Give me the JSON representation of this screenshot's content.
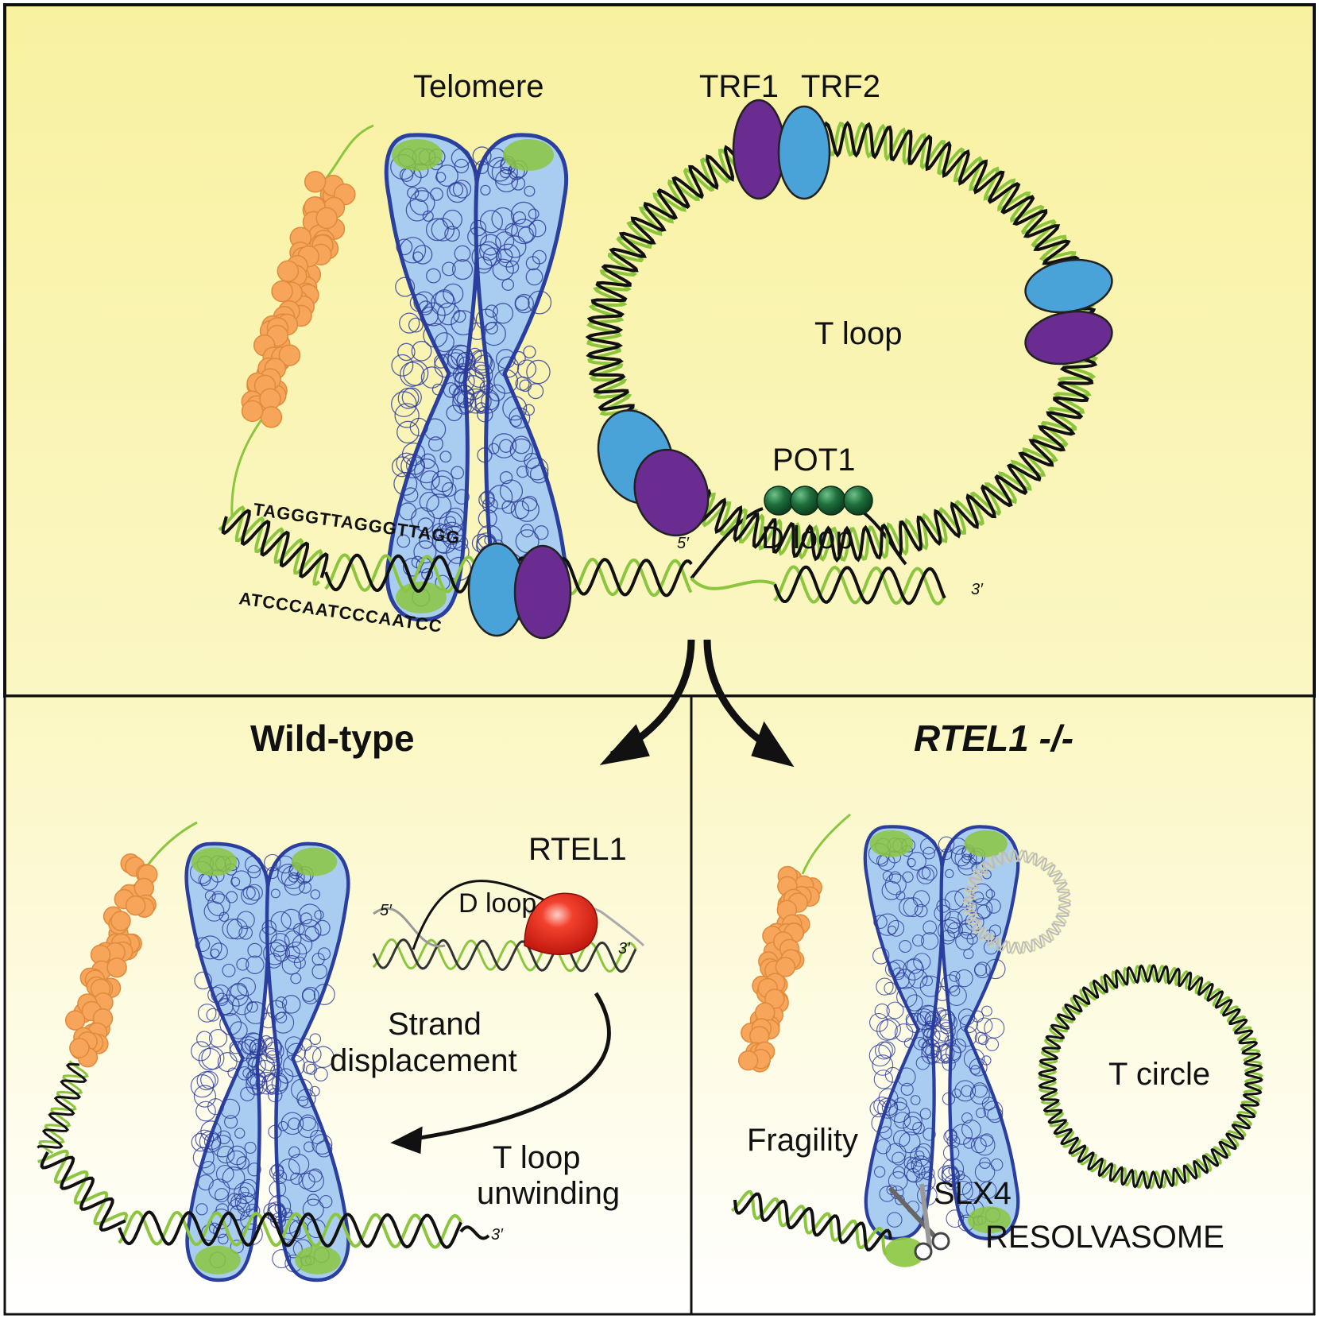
{
  "top_panel": {
    "telomere_label": "Telomere",
    "trf1_label": "TRF1",
    "trf2_label": "TRF2",
    "tloop_label": "T loop",
    "pot1_label": "POT1",
    "dloop_label": "D loop",
    "five_prime": "5′",
    "three_prime": "3′",
    "seq_top": "TAGGGTTAGGGTTAGG",
    "seq_bottom": "ATCCCAATCCCAATCC"
  },
  "wildtype_panel": {
    "title": "Wild-type",
    "rtel1_label": "RTEL1",
    "dloop_label": "D loop",
    "five_prime": "5′",
    "three_prime": "3′",
    "strand_line1": "Strand",
    "strand_line2": "displacement",
    "unwind_line1": "T loop",
    "unwind_line2": "unwinding",
    "end_three_prime": "3′"
  },
  "rtel1_panel": {
    "title": "RTEL1 -/-",
    "tcircle_label": "T circle",
    "fragility_label": "Fragility",
    "slx4_label": "SLX4",
    "resolvasome_label": "RESOLVASOME"
  },
  "colors": {
    "background_top": "#f8f3a6",
    "background_bottom": "#fbf8c8",
    "dna_green": "#8cc63f",
    "dna_black": "#111111",
    "chromosome_blue": "#2a3f9e",
    "chromosome_fill": "#a9cdf0",
    "trf1_purple": "#6a2c91",
    "trf2_blue": "#4aa3d8",
    "pot1_green": "#1e6b3a",
    "rtel1_red": "#e8291c",
    "nucleosome_orange": "#f7a55a"
  }
}
